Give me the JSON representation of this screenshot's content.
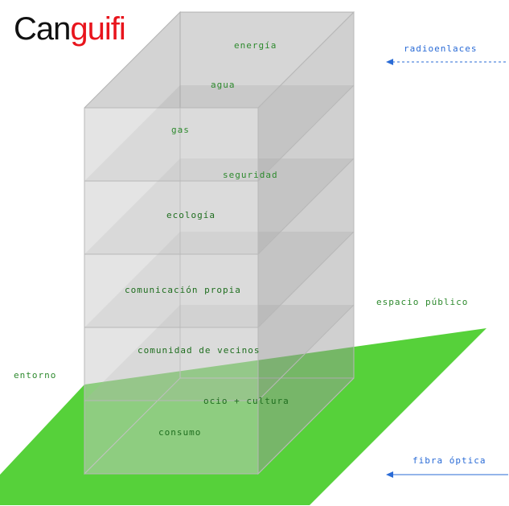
{
  "logo": {
    "part1": "Can",
    "part2": "guifi"
  },
  "colors": {
    "ground": "#56d13a",
    "box_fill": "#9a9a9a",
    "box_edge": "#b8b8b8",
    "layer_text": "#2e8a2e",
    "link_blue": "#2a6bd6",
    "logo_red": "#e8141c"
  },
  "layers": [
    "energía",
    "agua",
    "gas",
    "seguridad",
    "ecología",
    "comunicación propia",
    "comunidad de vecinos",
    "ocio + cultura",
    "consumo"
  ],
  "labels": {
    "espacio_publico": "espacio público",
    "entorno": "entorno"
  },
  "links": {
    "radio": "radioenlaces",
    "fiber": "fibra óptica"
  }
}
